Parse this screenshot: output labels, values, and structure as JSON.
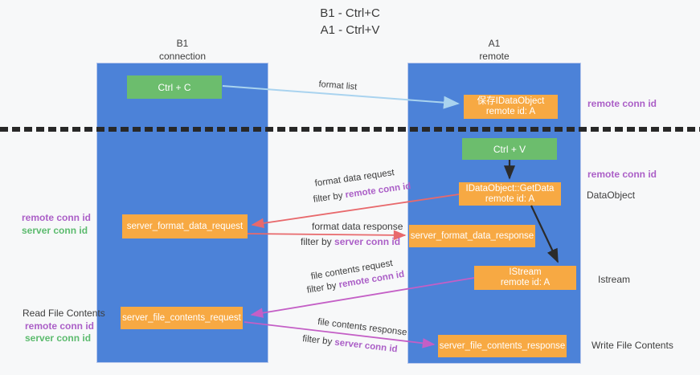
{
  "title": {
    "line1": "B1 - Ctrl+C",
    "line2": "A1 - Ctrl+V"
  },
  "columns": {
    "left": {
      "header_line1": "B1",
      "header_line2": "connection"
    },
    "right": {
      "header_line1": "A1",
      "header_line2": "remote"
    }
  },
  "nodes": {
    "ctrl_c": "Ctrl + C",
    "ctrl_v": "Ctrl + V",
    "save_dataobject_line1": "保存IDataObject",
    "save_dataobject_line2": "remote id: A",
    "getdata_line1": "IDataObject::GetData",
    "getdata_line2": "remote id: A",
    "istream_line1": "IStream",
    "istream_line2": "remote id: A",
    "server_format_data_request": "server_format_data_request",
    "server_format_data_response": "server_format_data_response",
    "server_file_contents_request": "server_file_contents_request",
    "server_file_contents_response": "server_file_contents_response"
  },
  "edge_labels": {
    "format_list": "format list",
    "format_data_request": "format data request",
    "format_data_response": "format data response",
    "file_contents_request": "file contents request",
    "file_contents_response": "file contents response",
    "filter_by": "filter by ",
    "remote_conn_id": "remote conn id",
    "server_conn_id": "server conn id"
  },
  "side_labels": {
    "right_remote_conn_id_1": "remote conn id",
    "right_remote_conn_id_2": "remote conn id",
    "right_dataobject": "DataObject",
    "right_istream": "Istream",
    "right_write_file_contents": "Write File Contents",
    "left_remote_conn_id_1": "remote conn id",
    "left_server_conn_id_1": "server conn id",
    "left_read_file_contents": "Read File Contents",
    "left_remote_conn_id_2": "remote conn id",
    "left_server_conn_id_2": "server conn id"
  },
  "colors": {
    "column_blue": "#4c82d8",
    "node_orange": "#f7a943",
    "node_green": "#6cbd6d",
    "arrow_light_blue": "#a9d3ef",
    "arrow_salmon": "#e8696c",
    "arrow_magenta": "#c45fc6",
    "arrow_black": "#2b2b2b",
    "text_purple": "#ab5fc7",
    "text_green": "#5cbb6e"
  }
}
